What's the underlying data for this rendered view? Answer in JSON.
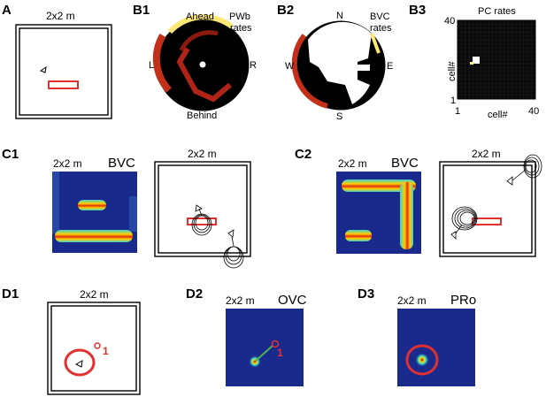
{
  "panels": {
    "A": {
      "label": "A",
      "size_label": "2x2 m"
    },
    "B1": {
      "label": "B1",
      "top": "Ahead",
      "bottom": "Behind",
      "left": "L",
      "right": "R",
      "title_line1": "PWb",
      "title_line2": "rates"
    },
    "B2": {
      "label": "B2",
      "top": "N",
      "bottom": "S",
      "left": "W",
      "right": "E",
      "title_line1": "BVC",
      "title_line2": "rates"
    },
    "B3": {
      "label": "B3",
      "title": "PC rates",
      "x_label": "cell#",
      "y_label": "cell#",
      "tick_min": "1",
      "tick_max": "40"
    },
    "C1": {
      "label": "C1",
      "size_label": "2x2 m",
      "cell_type": "BVC",
      "env_size_label": "2x2 m"
    },
    "C2": {
      "label": "C2",
      "size_label": "2x2 m",
      "cell_type": "BVC",
      "env_size_label": "2x2 m"
    },
    "D1": {
      "label": "D1",
      "size_label": "2x2 m",
      "object_label": "1"
    },
    "D2": {
      "label": "D2",
      "size_label": "2x2 m",
      "cell_type": "OVC",
      "object_label": "1"
    },
    "D3": {
      "label": "D3",
      "size_label": "2x2 m",
      "cell_type": "PRo"
    }
  },
  "colors": {
    "object": "#e03030",
    "map_background": "#1a2a8c",
    "polar_background": "#000000",
    "ovc_vector": "#4caf50"
  }
}
